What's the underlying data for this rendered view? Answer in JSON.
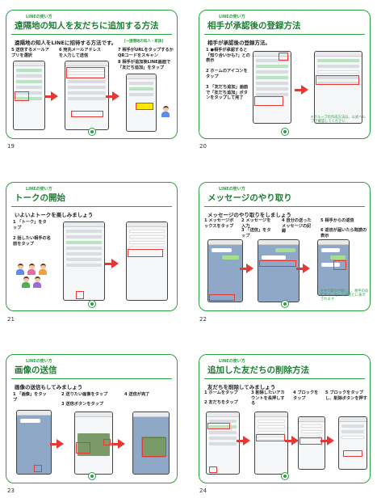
{
  "brand": "LINEの使い方",
  "pages": [
    "19",
    "20",
    "21",
    "22",
    "23",
    "24"
  ],
  "slides": [
    {
      "title": "遠隔地の知人を友だちに追加する方法",
      "subtitle": "遠隔地の知人をLINEに招待する方法です。",
      "tag": "[→遠隔地の知人・家族]",
      "steps": [
        "5 送信するメールアプリを選択",
        "6 宛先メールアドレスを入力して送信",
        "7 相手がURLをタップするかQRコードをスキャン",
        "8 相手が追加後LINE画面で「友だち追加」をタップ"
      ]
    },
    {
      "title": "相手が承認後の登録方法",
      "subtitle": "相手が承認後の登録方法。",
      "steps": [
        "1 ●相手が承認すると「知り合いかも?」との表示",
        "2 ホームのアイコンをタップ",
        "3 「友だち追加」画面で「友だち追加」ボタンをタップして完了"
      ],
      "note": "※グループの作成方法は、公式ヘルプで確認してください"
    },
    {
      "title": "トークの開始",
      "subtitle": "いよいよトークを楽しみましょう",
      "steps": [
        "1 「トーク」をタップ",
        "2 話したい相手の名前をタップ"
      ]
    },
    {
      "title": "メッセージのやり取り",
      "subtitle": "メッセージのやり取りをしましょう",
      "steps": [
        "1 メッセージボックスをタップ",
        "2 メッセージを入力",
        "3 「送信」をタップ",
        "4 自分の送ったメッセージの記録",
        "5 相手からの返信",
        "6 返信が届いたら既読の表示"
      ],
      "note": "※やり取りが続くと、相手の返信やメッセージが新たに表示されます"
    },
    {
      "title": "画像の送信",
      "subtitle": "画像の送信もしてみましょう",
      "steps": [
        "1 「画像」をタップ",
        "2 送りたい画像をタップ",
        "3 送信ボタンをタップ",
        "4 送信が完了"
      ]
    },
    {
      "title": "追加した友だちの削除方法",
      "subtitle": "友だちを削除してみましょう",
      "steps": [
        "1 ホームをタップ",
        "2 友だちをタップ",
        "3 削除したいアカウントを長押しする",
        "4 ブロックをタップ",
        "5 ブロックをタップし、削除ボタンを押す"
      ]
    }
  ]
}
